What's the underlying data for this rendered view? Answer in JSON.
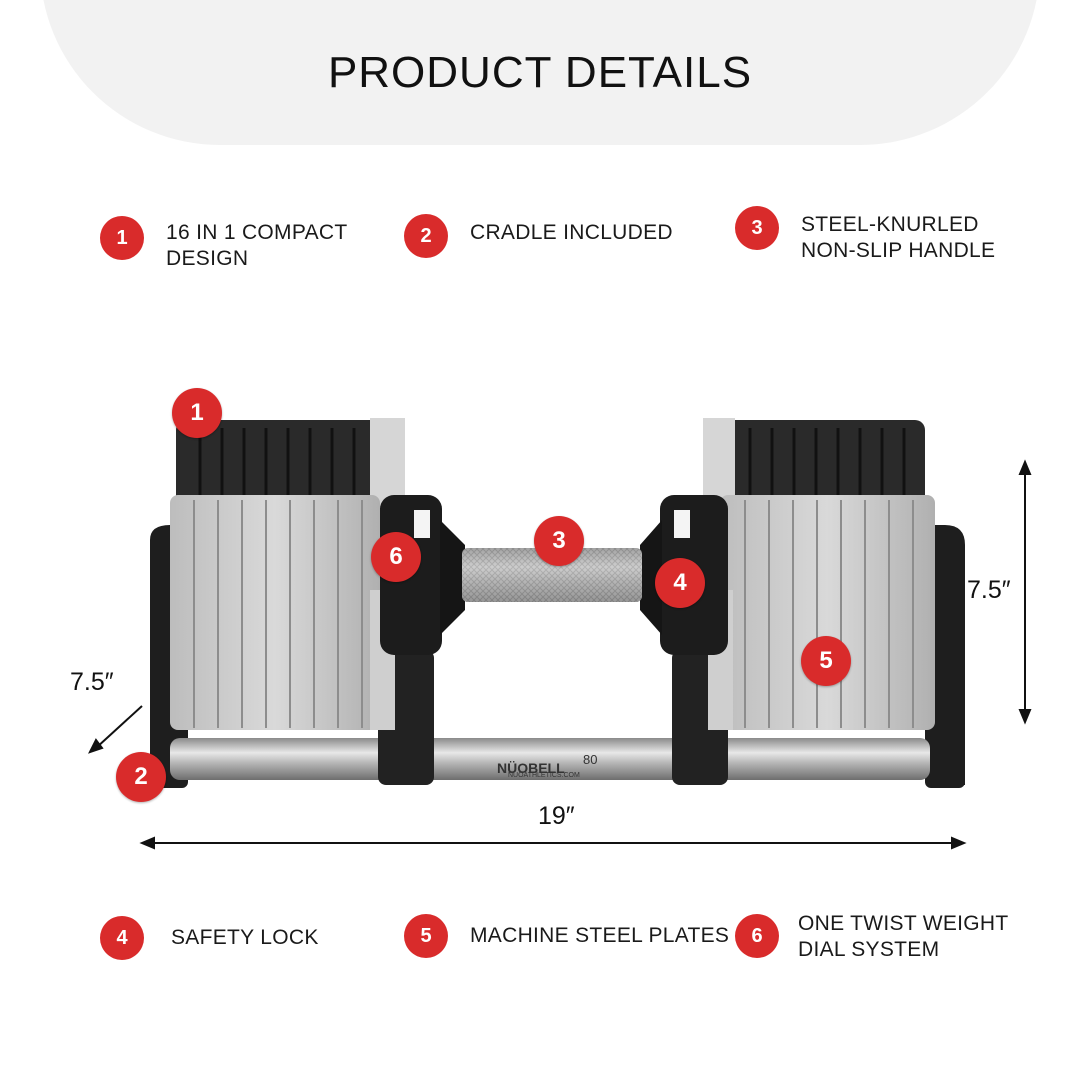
{
  "title": "PRODUCT DETAILS",
  "features": [
    {
      "num": "1",
      "text": "16 IN 1 COMPACT\nDESIGN"
    },
    {
      "num": "2",
      "text": "CRADLE INCLUDED"
    },
    {
      "num": "3",
      "text": "STEEL-KNURLED\nNON-SLIP HANDLE"
    },
    {
      "num": "4",
      "text": "SAFETY LOCK"
    },
    {
      "num": "5",
      "text": "MACHINE STEEL PLATES"
    },
    {
      "num": "6",
      "text": "ONE TWIST WEIGHT\nDIAL SYSTEM"
    }
  ],
  "dimensions": {
    "height": "7.5″",
    "depth": "7.5″",
    "width": "19″"
  },
  "product": {
    "brand": "NÜOBELL",
    "model": "80",
    "site": "NUOATHLETICS.COM"
  },
  "colors": {
    "badge": "#d92b2b",
    "header_bg": "#f2f2f2"
  }
}
